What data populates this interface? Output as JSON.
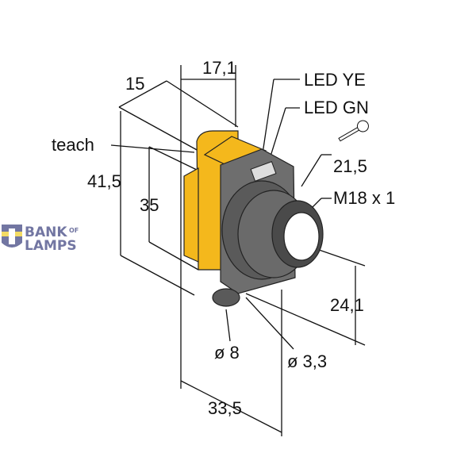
{
  "logo": {
    "line1": "BANK",
    "superscript": "OF",
    "line2": "LAMPS",
    "color": "#5a5f92",
    "accent": "#f1d54a"
  },
  "labels": {
    "width_top": "17,1",
    "depth_top": "15",
    "led_ye": "LED YE",
    "led_gn": "LED GN",
    "teach": "teach",
    "height_total": "41,5",
    "height_body": "35",
    "wrench_size": "21,5",
    "thread": "M18 x 1",
    "lens_height": "24,1",
    "cable_dia": "ø 8",
    "hole_dia": "ø 3,3",
    "width_bottom": "33,5"
  },
  "colors": {
    "housing_yellow": "#f4b81c",
    "body_gray": "#6e6e6e",
    "dark_gray": "#4a4a4a",
    "lens": "#ffffff"
  }
}
